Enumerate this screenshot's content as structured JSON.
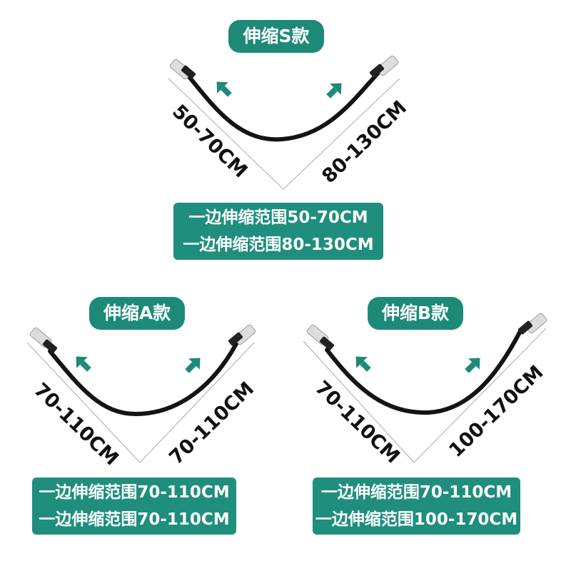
{
  "colors": {
    "accent": "#1d8a78",
    "rod": "#141414",
    "arrow": "#1d8a78"
  },
  "models": [
    {
      "title": "伸缩S款",
      "left_range": "50-70CM",
      "right_range": "80-130CM",
      "lines": [
        "一边伸缩范围50-70CM",
        "一边伸缩范围80-130CM"
      ]
    },
    {
      "title": "伸缩A款",
      "left_range": "70-110CM",
      "right_range": "70-110CM",
      "lines": [
        "一边伸缩范围70-110CM",
        "一边伸缩范围70-110CM"
      ]
    },
    {
      "title": "伸缩B款",
      "left_range": "70-110CM",
      "right_range": "100-170CM",
      "lines": [
        "一边伸缩范围70-110CM",
        "一边伸缩范围100-170CM"
      ]
    }
  ]
}
